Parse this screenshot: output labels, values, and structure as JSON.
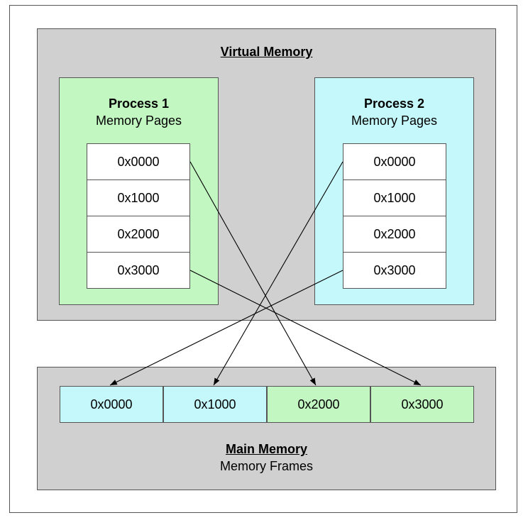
{
  "virtual_memory": {
    "title": "Virtual Memory"
  },
  "process1": {
    "title": "Process 1",
    "subtitle": "Memory Pages",
    "pages": [
      "0x0000",
      "0x1000",
      "0x2000",
      "0x3000"
    ],
    "color": "#c2f7c2"
  },
  "process2": {
    "title": "Process 2",
    "subtitle": "Memory Pages",
    "pages": [
      "0x0000",
      "0x1000",
      "0x2000",
      "0x3000"
    ],
    "color": "#c5f8fa"
  },
  "main_memory": {
    "title": "Main Memory",
    "subtitle": "Memory Frames",
    "frames": [
      {
        "label": "0x0000",
        "owner": "process2",
        "color": "#c5f8fa"
      },
      {
        "label": "0x1000",
        "owner": "process2",
        "color": "#c5f8fa"
      },
      {
        "label": "0x2000",
        "owner": "process1",
        "color": "#c2f7c2"
      },
      {
        "label": "0x3000",
        "owner": "process1",
        "color": "#c2f7c2"
      }
    ]
  },
  "mappings": [
    {
      "process": "process1",
      "page": 0,
      "frame": 2
    },
    {
      "process": "process1",
      "page": 3,
      "frame": 3
    },
    {
      "process": "process2",
      "page": 0,
      "frame": 1
    },
    {
      "process": "process2",
      "page": 3,
      "frame": 0
    }
  ]
}
